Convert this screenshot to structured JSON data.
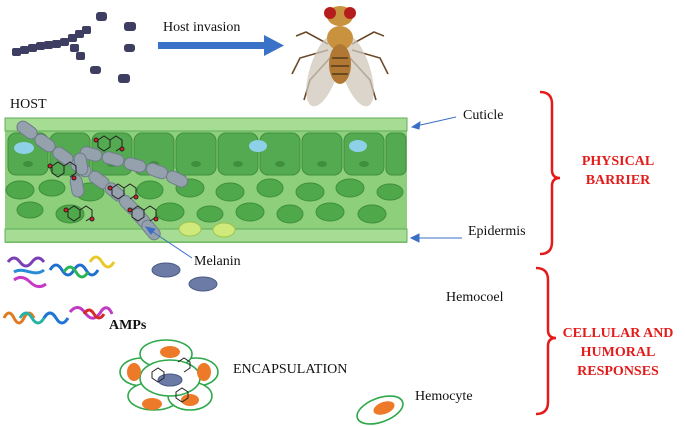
{
  "labels": {
    "host_invasion": "Host invasion",
    "host": "HOST",
    "cuticle": "Cuticle",
    "epidermis": "Epidermis",
    "melanin": "Melanin",
    "hemocoel": "Hemocoel",
    "amps": "AMPs",
    "encapsulation": "ENCAPSULATION",
    "hemocyte": "Hemocyte"
  },
  "brackets": {
    "physical_barrier": [
      "PHYSICAL",
      "BARRIER"
    ],
    "cellular_humoral": [
      "CELLULAR AND",
      "HUMORAL",
      "RESPONSES"
    ]
  },
  "colors": {
    "red": "#e31b1b",
    "tissue_light": "#8fd07f",
    "tissue_mid": "#5cb85c",
    "cell": "#4fa84a",
    "hypha": "#7f8c99",
    "arrow_blue": "#3a6fc4",
    "hemocyte_nucleus": "#ec7a28",
    "hemocyte_outline": "#2ea84a"
  }
}
